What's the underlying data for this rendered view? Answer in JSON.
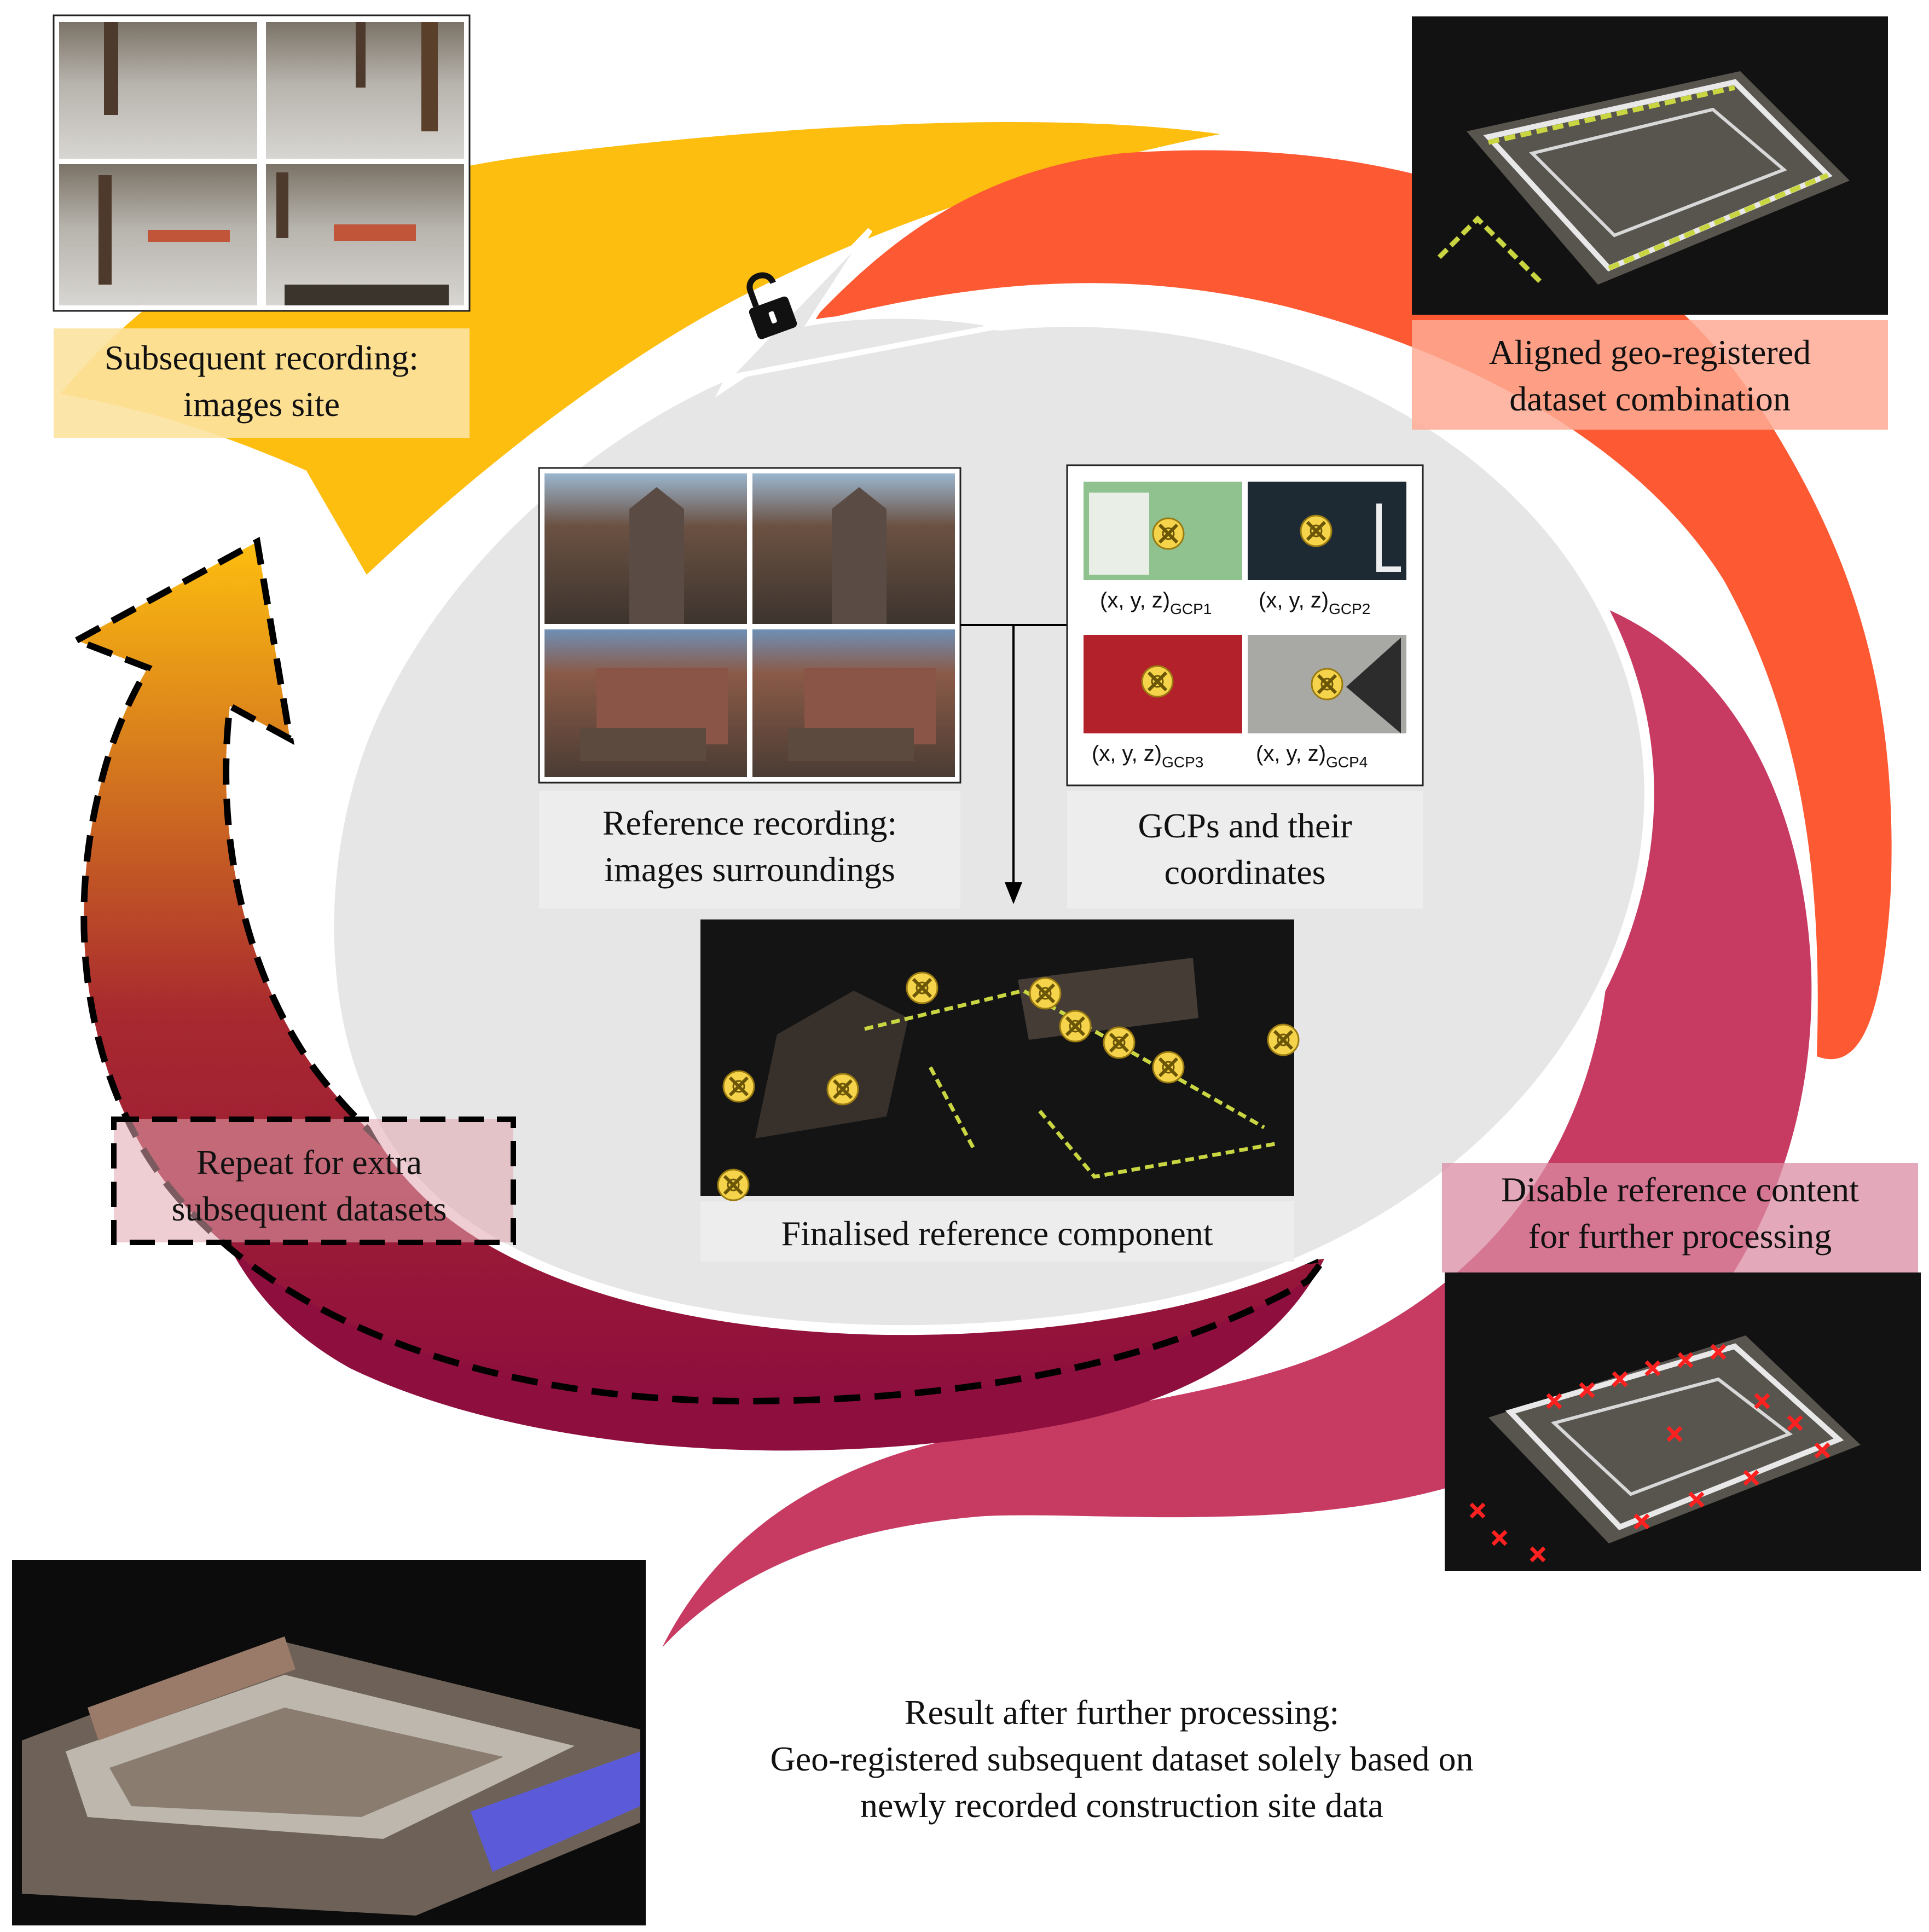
{
  "labels": {
    "subsequent_recording_line1": "Subsequent recording:",
    "subsequent_recording_line2": "images site",
    "aligned_line1": "Aligned geo-registered",
    "aligned_line2": "dataset combination",
    "reference_recording_line1": "Reference recording:",
    "reference_recording_line2": "images surroundings",
    "gcps_line1": "GCPs and their",
    "gcps_line2": "coordinates",
    "finalised": "Finalised reference component",
    "disable_line1": "Disable reference content",
    "disable_line2": "for further processing",
    "repeat_line1": "Repeat for extra",
    "repeat_line2": "subsequent datasets",
    "result_line1": "Result after further processing:",
    "result_line2": "Geo-registered subsequent dataset solely based on",
    "result_line3": "newly recorded construction site data"
  },
  "gcps": [
    {
      "base": "(x, y, z)",
      "sub": "GCP1"
    },
    {
      "base": "(x, y, z)",
      "sub": "GCP2"
    },
    {
      "base": "(x, y, z)",
      "sub": "GCP3"
    },
    {
      "base": "(x, y, z)",
      "sub": "GCP4"
    }
  ],
  "icons": [
    "unlocked-padlock-icon",
    "gcp-target-icon",
    "disabled-gcp-x-icon"
  ],
  "colors": {
    "yellow": "#FDBE0F",
    "orange": "#FD5933",
    "pink": "#C73B63",
    "maroon": "#8E0E3E",
    "center_grey": "#E6E6E6",
    "label_box": "#EDEDED",
    "target_yellow": "#F5D34A",
    "dark_photo": "#111111"
  }
}
